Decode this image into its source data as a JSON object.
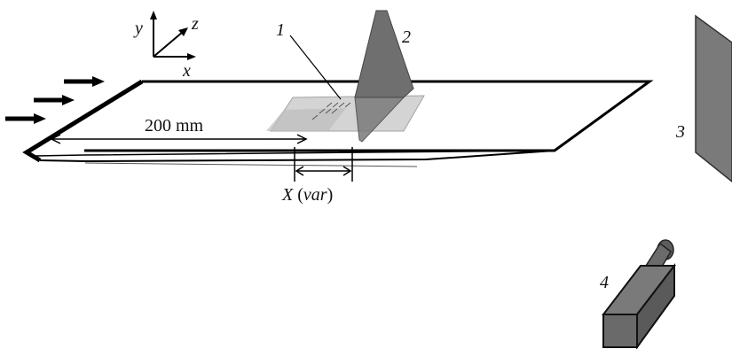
{
  "axes": {
    "y": "y",
    "z": "z",
    "x": "x"
  },
  "labels": {
    "part_1": "1",
    "part_2": "2",
    "part_3": "3",
    "part_4": "4"
  },
  "dimension": {
    "length_text": "200 mm"
  },
  "x_var": {
    "main": "X",
    "paren_open": " (",
    "var": "var",
    "paren_close": ")"
  },
  "colors": {
    "plate_outline": "#000000",
    "fin": "#6f6f6f",
    "panel": "#cfcfcf",
    "screen": "#7a7a7a",
    "camera": "#6a6a6a"
  },
  "icons": [
    "flow-arrow-icon",
    "axes-icon",
    "camera-icon"
  ]
}
